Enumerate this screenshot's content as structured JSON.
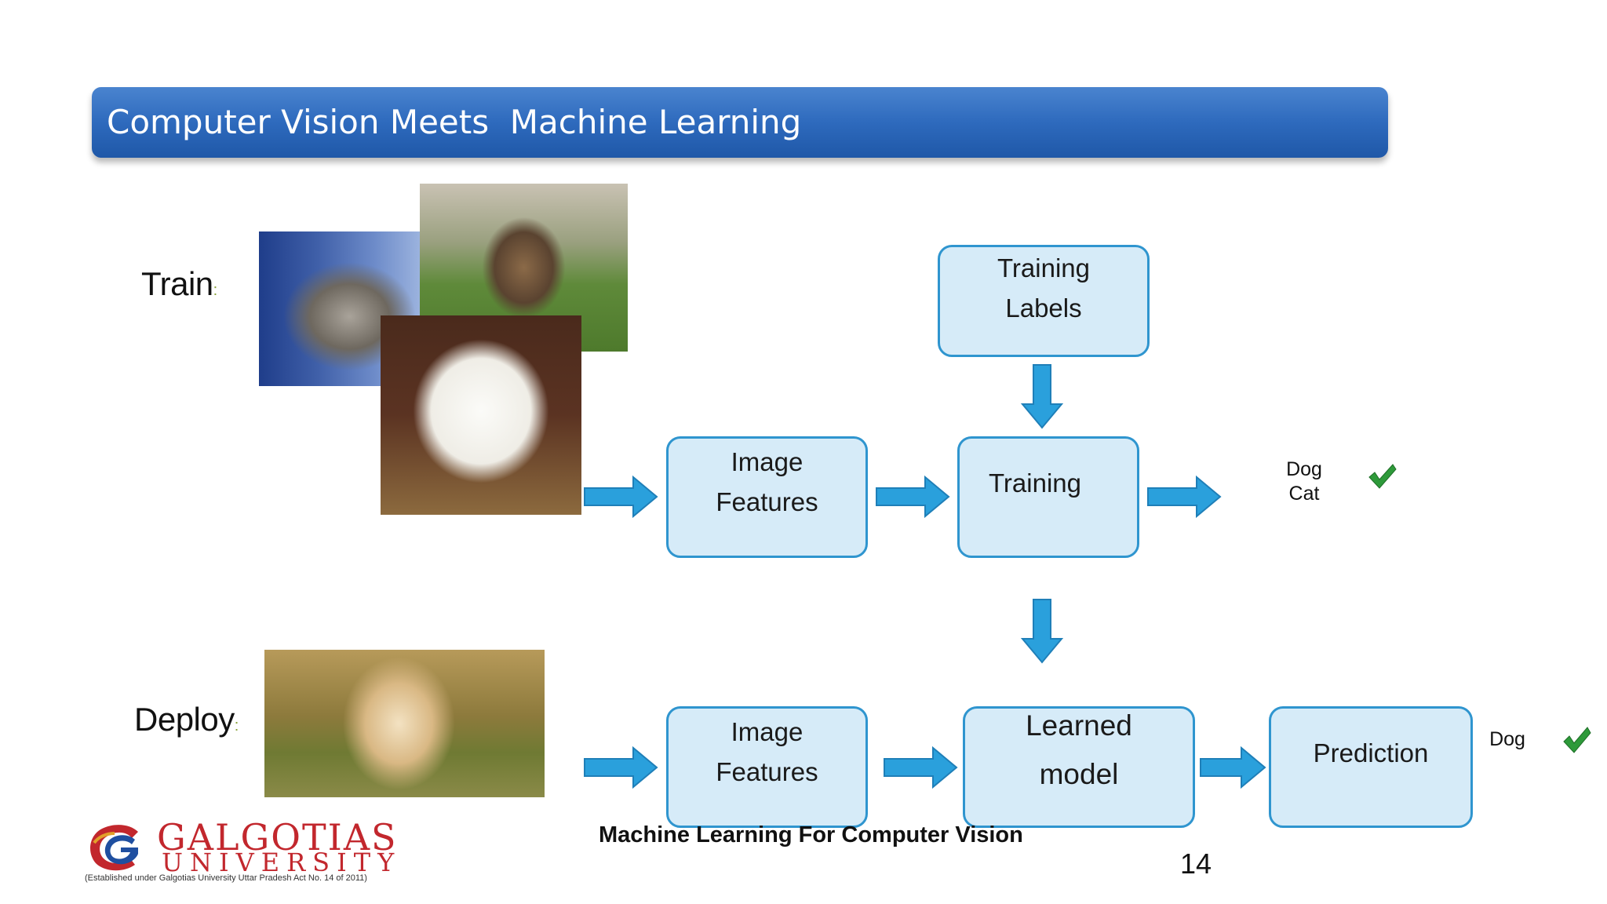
{
  "slide": {
    "title": "Computer Vision Meets  Machine Learning",
    "page_number": "14",
    "footer_title": "Machine Learning For Computer Vision"
  },
  "train": {
    "label": "Train",
    "colon": ":",
    "training_labels_line1": "Training",
    "training_labels_line2": "Labels",
    "features_line1": "Image",
    "features_line2": "Features",
    "training": "Training",
    "result_dog": "Dog",
    "result_cat": "Cat"
  },
  "deploy": {
    "label": "Deploy",
    "colon": ":",
    "features_line1": "Image",
    "features_line2": "Features",
    "model_line1": "Learned",
    "model_line2": "model",
    "prediction": "Prediction",
    "result": "Dog"
  },
  "logo": {
    "name": "GALGOTIAS",
    "sub": "UNIVERSITY",
    "note": "(Established under Galgotias University Uttar Pradesh Act No. 14 of 2011)"
  },
  "colors": {
    "banner": "#2e6abd",
    "box_fill": "#d6ebf8",
    "box_border": "#2f95cf",
    "arrow": "#2aa0dc",
    "check": "#2e9a3a",
    "logo_red": "#c2272d"
  },
  "icons": {
    "arrow": "right-arrow-icon",
    "down_arrow": "down-arrow-icon",
    "check": "check-mark-icon"
  }
}
